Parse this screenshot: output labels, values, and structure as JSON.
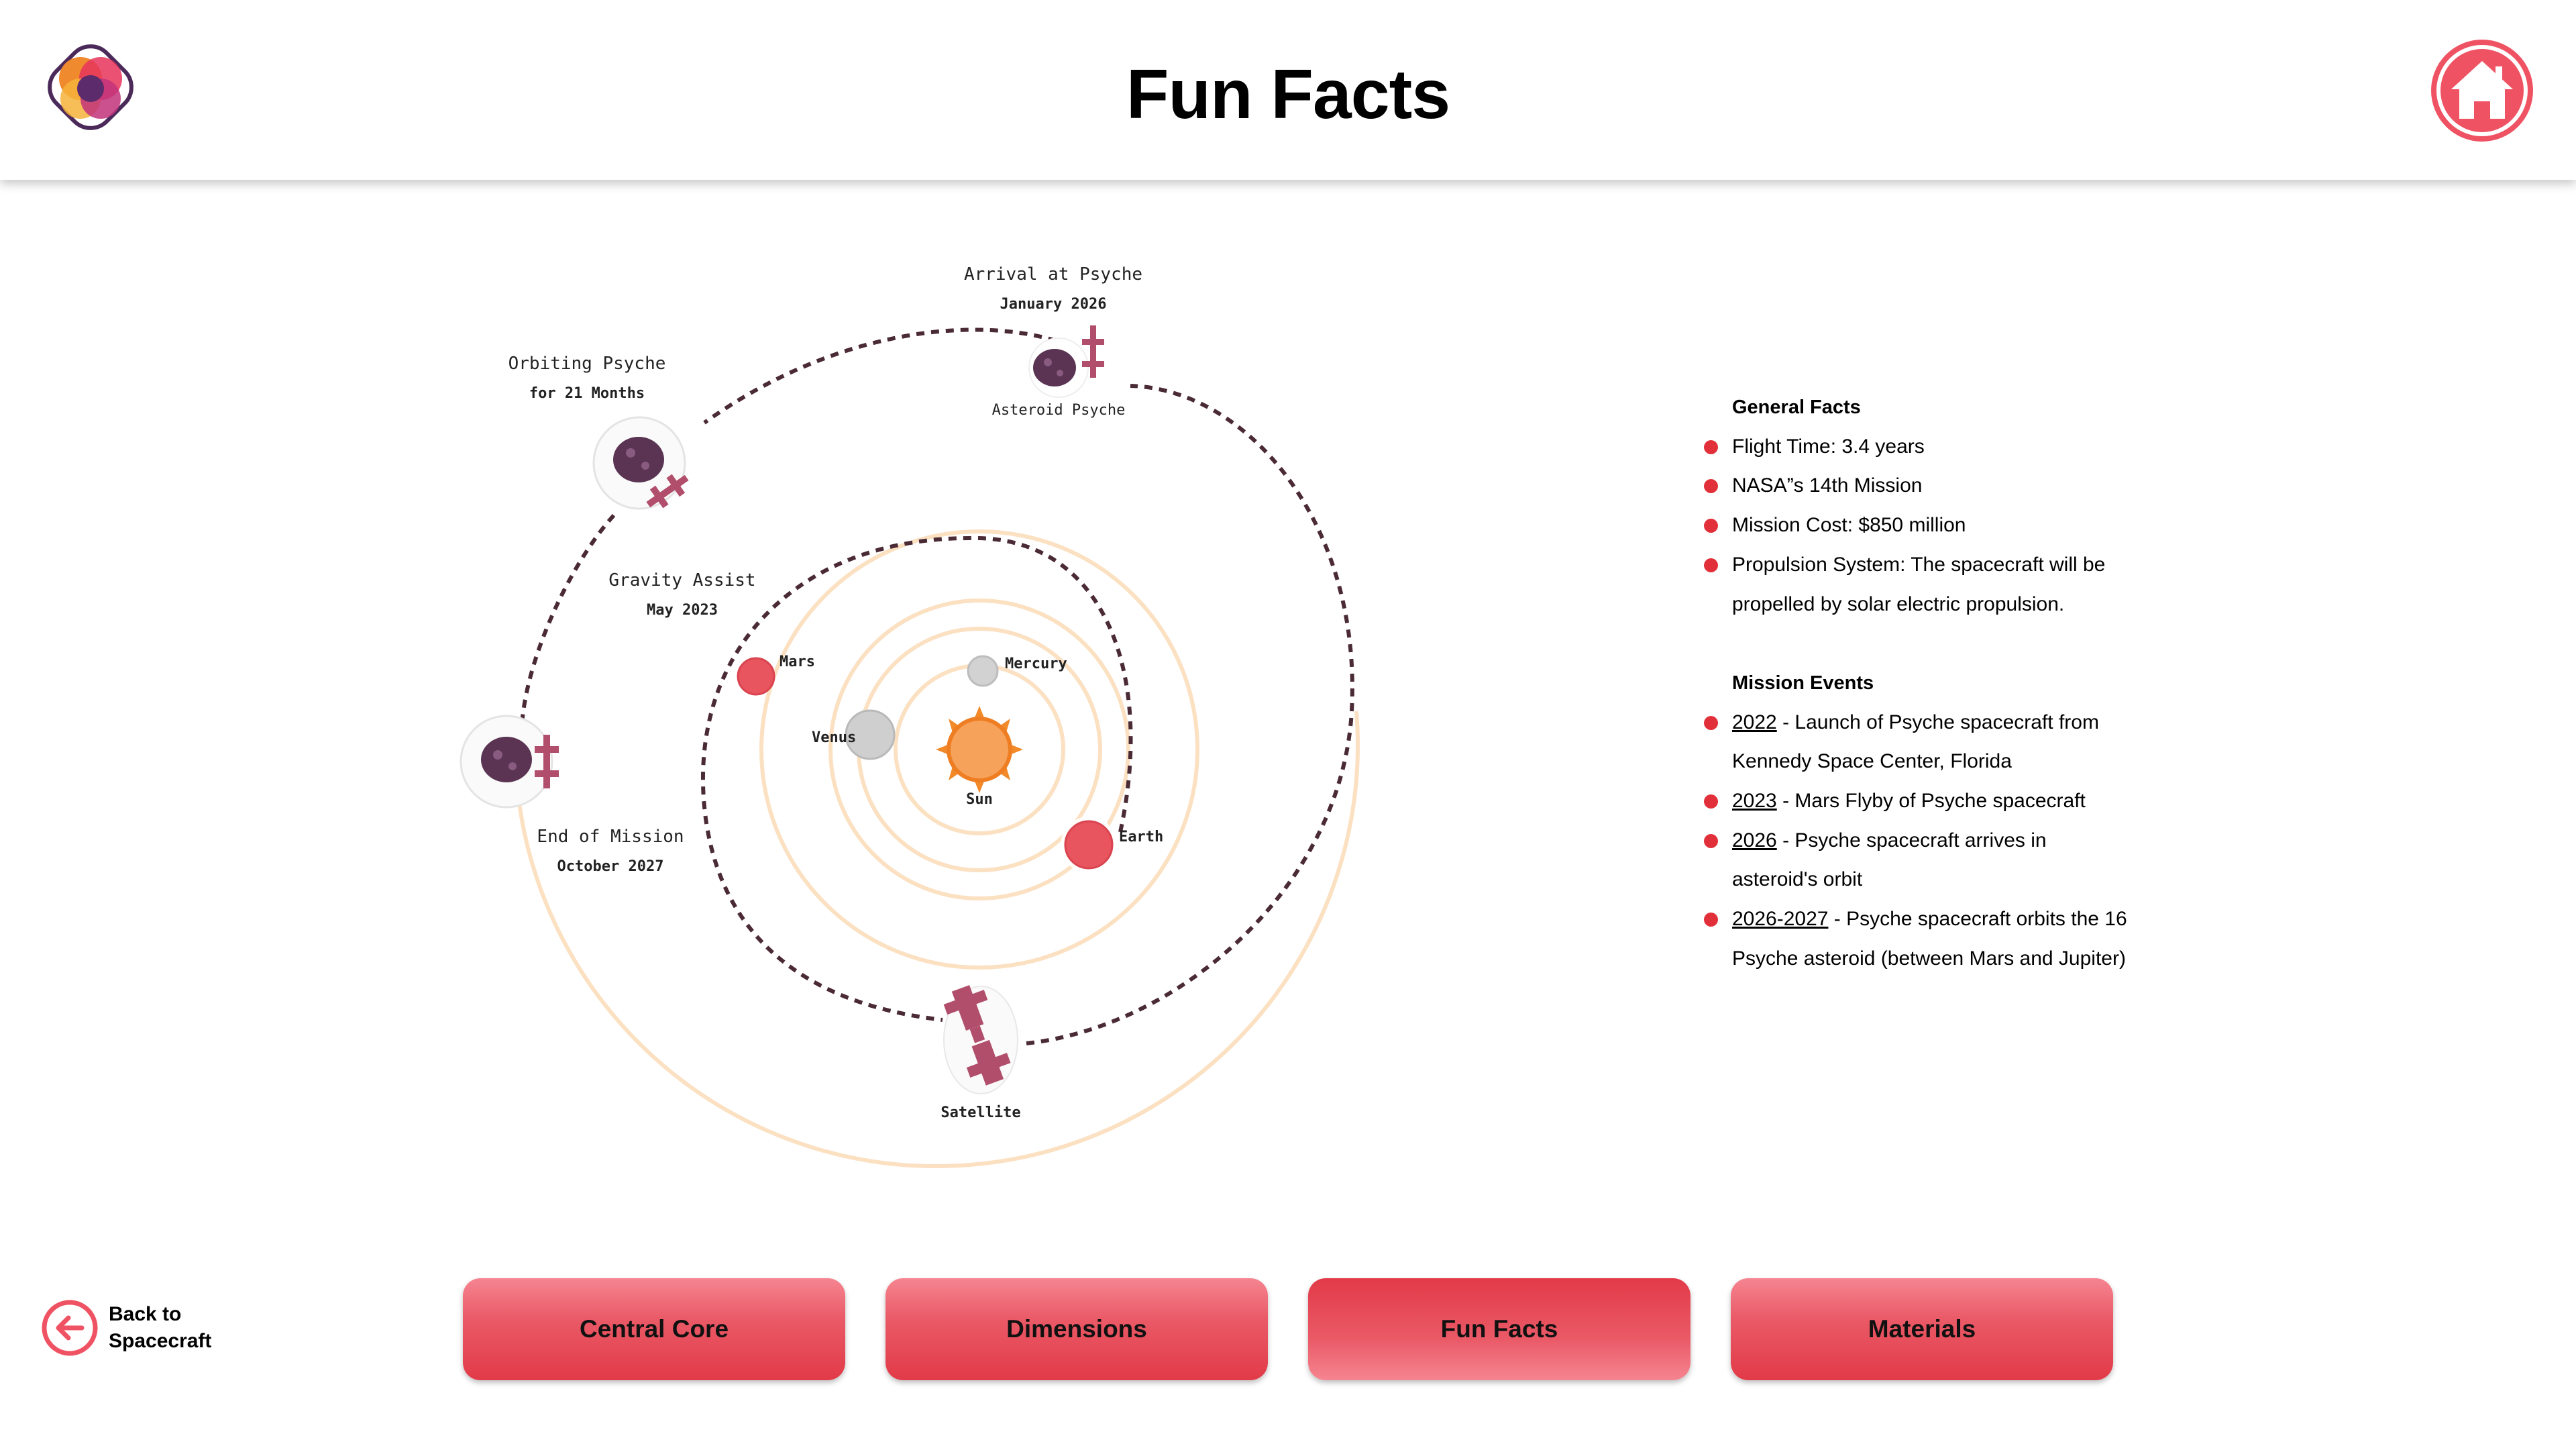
{
  "header": {
    "title": "Fun Facts"
  },
  "diagram": {
    "labels": {
      "arrival": "Arrival at Psyche",
      "arrival_date": "January 2026",
      "asteroid": "Asteroid Psyche",
      "orbiting": "Orbiting Psyche",
      "orbiting_sub": "for 21 Months",
      "gravity": "Gravity Assist",
      "gravity_date": "May 2023",
      "mars": "Mars",
      "mercury": "Mercury",
      "venus": "Venus",
      "sun": "Sun",
      "earth": "Earth",
      "end": "End of Mission",
      "end_date": "October 2027",
      "satellite": "Satellite"
    }
  },
  "facts": {
    "general_title": "General Facts",
    "general": [
      "Flight Time: 3.4 years",
      "NASA”s 14th Mission",
      "Mission Cost: $850 million",
      "Propulsion System: The spacecraft will be propelled by solar electric propulsion."
    ],
    "events_title": "Mission Events",
    "events": [
      {
        "year": "2022",
        "text": " - Launch of Psyche spacecraft from Kennedy Space Center, Florida"
      },
      {
        "year": "2023",
        "text": " - Mars Flyby of Psyche spacecraft"
      },
      {
        "year": "2026",
        "text": " - Psyche spacecraft arrives in asteroid's orbit"
      },
      {
        "year": "2026-2027",
        "text": " - Psyche spacecraft orbits the 16 Psyche asteroid   (between Mars and Jupiter)"
      }
    ]
  },
  "nav": {
    "back_line1": "Back to",
    "back_line2": "Spacecraft",
    "tabs": [
      "Central Core",
      "Dimensions",
      "Fun Facts",
      "Materials"
    ],
    "active_tab": "Fun Facts"
  },
  "colors": {
    "accent": "#e2303a",
    "button": "#ea5a67",
    "home": "#ef5363",
    "orbit": "#fbe3c4",
    "path": "#4a2a35"
  }
}
